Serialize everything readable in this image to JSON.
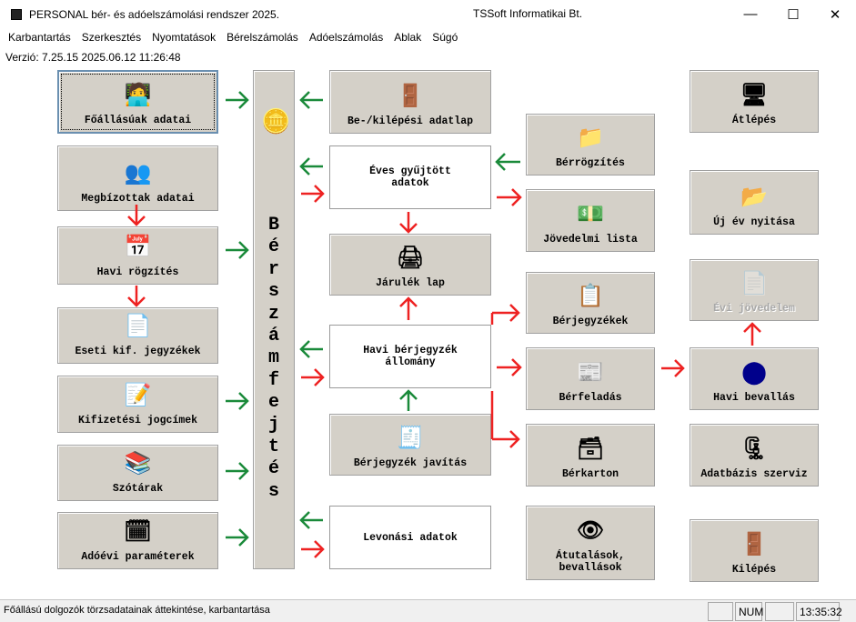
{
  "window": {
    "title": "PERSONAL bér- és adóelszámolási rendszer 2025.",
    "company": "TSSoft Informatikai Bt.",
    "minimize": "—",
    "maximize": "☐",
    "close": "✕"
  },
  "menu": [
    "Karbantartás",
    "Szerkesztés",
    "Nyomtatások",
    "Bérelszámolás",
    "Adóelszámolás",
    "Ablak",
    "Súgó"
  ],
  "version": "Verzió: 7.25.15 2025.06.12 11:26:48",
  "left": [
    "Főállásúak adatai",
    "Megbízottak adatai",
    "Havi rögzítés",
    "Eseti kif. jegyzékek",
    "Kifizetési jogcímek",
    "Szótárak",
    "Adóévi paraméterek"
  ],
  "bar_letters": [
    "B",
    "é",
    "r",
    "s",
    "z",
    "á",
    "m",
    "f",
    "e",
    "j",
    "t",
    "é",
    "s"
  ],
  "middle": [
    "Be-/kilépési adatlap",
    "Éves gyűjtött adatok",
    "Járulék lap",
    "Havi bérjegyzék állomány",
    "Bérjegyzék javítás",
    "Levonási adatok"
  ],
  "right_mid": [
    "Bérrögzítés",
    "Jövedelmi lista",
    "Bérjegyzékek",
    "Bérfeladás",
    "Bérkarton",
    "Átutalások, bevallások"
  ],
  "far_right": [
    "Átlépés",
    "Új év nyitása",
    "Évi jövedelem",
    "Havi bevallás",
    "Adatbázis szerviz",
    "Kilépés"
  ],
  "status": {
    "text": "Főállású dolgozók törzsadatainak áttekintése, karbantartása",
    "num": "NUM",
    "time": "13:35:32"
  },
  "colors": {
    "green": "#1a8a3a",
    "red": "#ee2222",
    "button": "#d4d0c8"
  }
}
